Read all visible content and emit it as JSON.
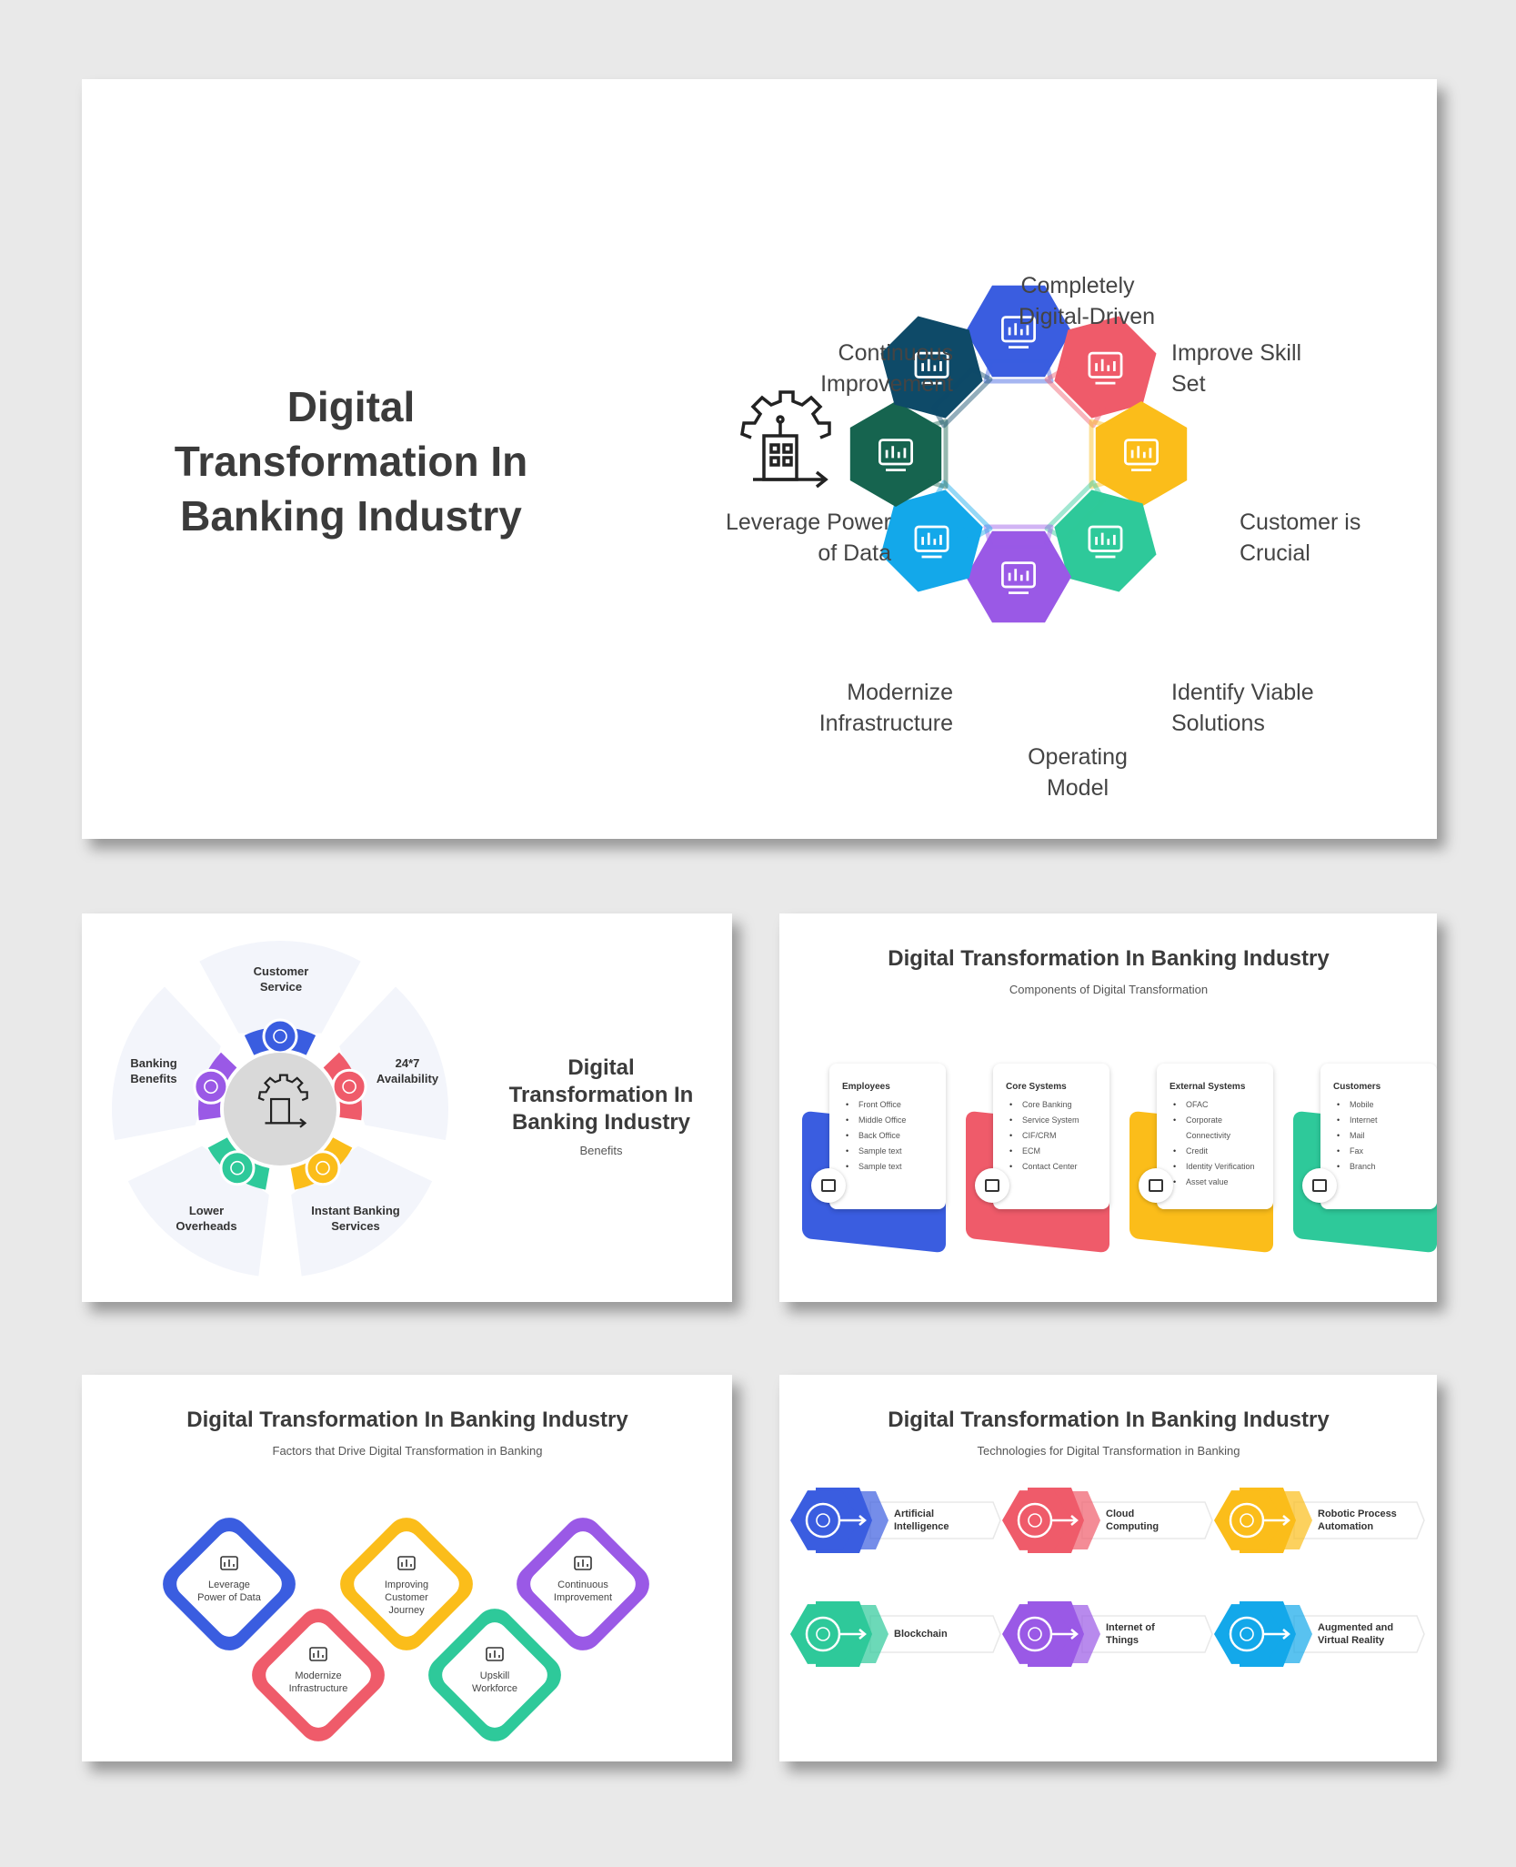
{
  "colors": {
    "blue": "#3a5de0",
    "red": "#ef5b6a",
    "yellow": "#fbbd1a",
    "green": "#2ec99a",
    "purple": "#9a59e6",
    "cyan": "#13a8ea",
    "teal": "#0e4a68",
    "darkgreen": "#16644f",
    "text": "#3b3b3b"
  },
  "slide1": {
    "title_lines": [
      "Digital",
      "Transformation In",
      "Banking Industry"
    ],
    "center_icon": "gear-building-icon",
    "segments": [
      {
        "lines": [
          "Completely",
          "Digital-Driven"
        ],
        "color": "#3a5de0",
        "icon": "dashboard-chart-icon"
      },
      {
        "lines": [
          "Improve Skill",
          "Set"
        ],
        "color": "#ef5b6a",
        "icon": "person-growth-icon"
      },
      {
        "lines": [
          "Customer is",
          "Crucial"
        ],
        "color": "#fbbd1a",
        "icon": "rating-thumbs-up-icon"
      },
      {
        "lines": [
          "Identify Viable",
          "Solutions"
        ],
        "color": "#2ec99a",
        "icon": "idea-hand-icon"
      },
      {
        "lines": [
          "Operating",
          "Model"
        ],
        "color": "#9a59e6",
        "icon": "clipboard-gear-icon"
      },
      {
        "lines": [
          "Modernize",
          "Infrastructure"
        ],
        "color": "#13a8ea",
        "icon": "circuit-gear-icon"
      },
      {
        "lines": [
          "Leverage Power",
          "of Data"
        ],
        "color": "#16644f",
        "icon": "monitor-data-icon"
      },
      {
        "lines": [
          "Continuous",
          "Improvement"
        ],
        "color": "#0e4a68",
        "icon": "cycle-growth-icon"
      }
    ]
  },
  "slide2": {
    "title_lines": [
      "Digital",
      "Transformation In",
      "Banking Industry"
    ],
    "subtitle": "Benefits",
    "center_icon": "gear-building-icon",
    "petals": [
      {
        "lines": [
          "Customer",
          "Service"
        ],
        "color": "#3a5de0",
        "icon": "support-agent-icon"
      },
      {
        "lines": [
          "24*7",
          "Availability"
        ],
        "color": "#ef5b6a",
        "icon": "clock-247-icon"
      },
      {
        "lines": [
          "Instant Banking",
          "Services"
        ],
        "color": "#fbbd1a",
        "icon": "instant-doc-icon"
      },
      {
        "lines": [
          "Lower",
          "Overheads"
        ],
        "color": "#2ec99a",
        "icon": "money-down-icon"
      },
      {
        "lines": [
          "Banking",
          "Benefits"
        ],
        "color": "#9a59e6",
        "icon": "piggy-bank-icon"
      }
    ]
  },
  "slide3": {
    "title": "Digital Transformation In Banking Industry",
    "subtitle": "Components of Digital Transformation",
    "cards": [
      {
        "title": "Employees",
        "items": [
          "Front Office",
          "Middle Office",
          "Back Office",
          "Sample text",
          "Sample text"
        ],
        "color": "#3a5de0",
        "icon": "team-icon"
      },
      {
        "title": "Core Systems",
        "items": [
          "Core Banking",
          "Service System",
          "CIF/CRM",
          "ECM",
          "Contact Center"
        ],
        "color": "#ef5b6a",
        "icon": "network-gear-icon"
      },
      {
        "title": "External Systems",
        "items": [
          "OFAC",
          "Corporate Connectivity",
          "Credit",
          "Identity Verification",
          "Asset value"
        ],
        "color": "#fbbd1a",
        "icon": "monitor-settings-icon"
      },
      {
        "title": "Customers",
        "items": [
          "Mobile",
          "Internet",
          "Mail",
          "Fax",
          "Branch"
        ],
        "color": "#2ec99a",
        "icon": "customers-icon"
      }
    ]
  },
  "slide4": {
    "title": "Digital Transformation In Banking Industry",
    "subtitle": "Factors that Drive Digital Transformation in Banking",
    "diamonds": [
      {
        "lines": [
          "Leverage",
          "Power of Data"
        ],
        "color": "#3a5de0",
        "icon": "data-screen-icon"
      },
      {
        "lines": [
          "Improving",
          "Customer",
          "Journey"
        ],
        "color": "#fbbd1a",
        "icon": "journey-path-icon"
      },
      {
        "lines": [
          "Continuous",
          "Improvement"
        ],
        "color": "#9a59e6",
        "icon": "cycle-growth-icon"
      },
      {
        "lines": [
          "Modernize",
          "Infrastructure"
        ],
        "color": "#ef5b6a",
        "icon": "circuit-gear-icon"
      },
      {
        "lines": [
          "Upskill",
          "Workforce"
        ],
        "color": "#2ec99a",
        "icon": "team-growth-icon"
      }
    ]
  },
  "slide5": {
    "title": "Digital Transformation In Banking Industry",
    "subtitle": "Technologies for Digital Transformation in Banking",
    "items": [
      {
        "lines": [
          "Artificial",
          "Intelligence"
        ],
        "color": "#3a5de0",
        "icon": "ai-brain-icon"
      },
      {
        "lines": [
          "Cloud",
          "Computing"
        ],
        "color": "#ef5b6a",
        "icon": "cloud-icon"
      },
      {
        "lines": [
          "Robotic Process",
          "Automation"
        ],
        "color": "#fbbd1a",
        "icon": "robot-icon"
      },
      {
        "lines": [
          "Blockchain"
        ],
        "color": "#2ec99a",
        "icon": "blockchain-icon"
      },
      {
        "lines": [
          "Internet of",
          "Things"
        ],
        "color": "#9a59e6",
        "icon": "iot-icon"
      },
      {
        "lines": [
          "Augmented and",
          "Virtual Reality"
        ],
        "color": "#13a8ea",
        "icon": "vr-headset-icon"
      }
    ]
  }
}
